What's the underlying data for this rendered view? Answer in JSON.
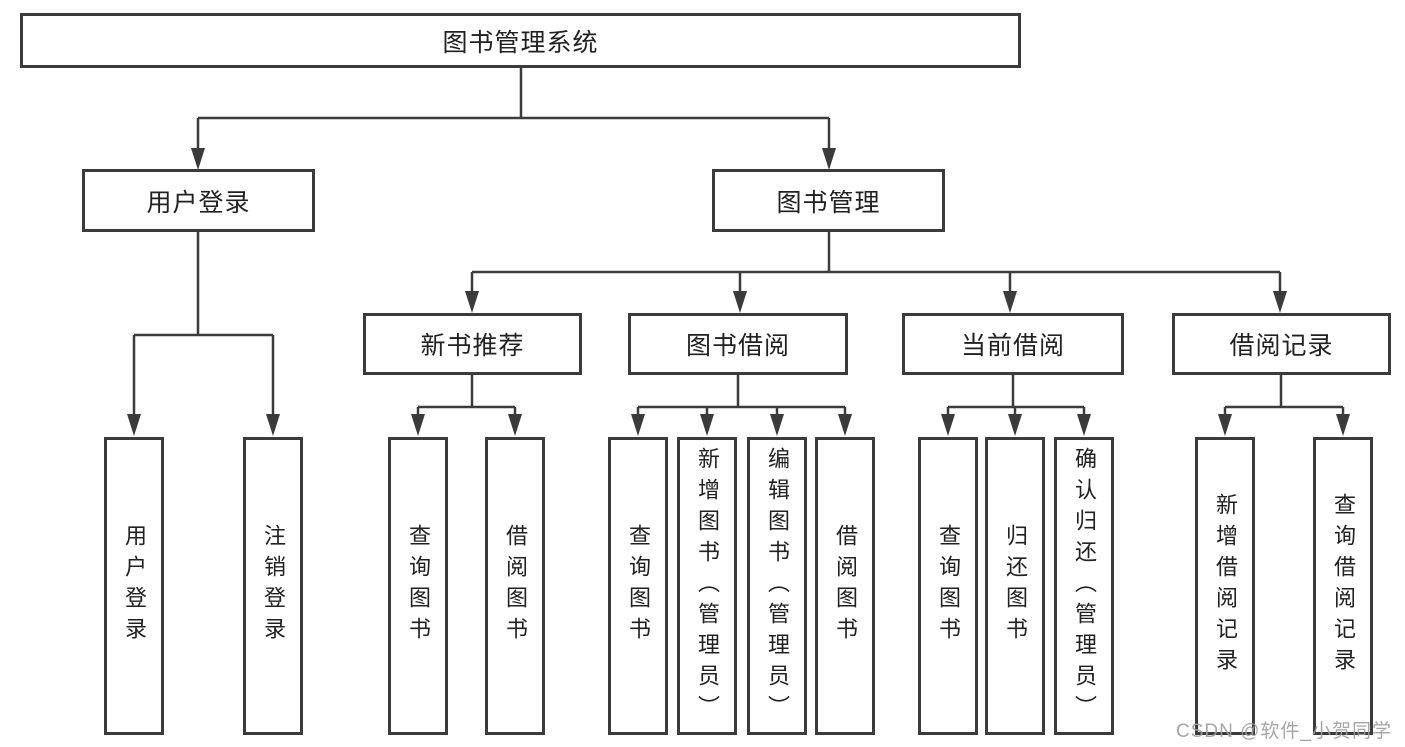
{
  "tree": {
    "label": "图书管理系统",
    "children": [
      {
        "label": "用户登录",
        "children": [
          {
            "label": "用户登录"
          },
          {
            "label": "注销登录"
          }
        ]
      },
      {
        "label": "图书管理",
        "children": [
          {
            "label": "新书推荐",
            "children": [
              {
                "label": "查询图书"
              },
              {
                "label": "借阅图书"
              }
            ]
          },
          {
            "label": "图书借阅",
            "children": [
              {
                "label": "查询图书"
              },
              {
                "label": "新增图书（管理员）"
              },
              {
                "label": "编辑图书（管理员）"
              },
              {
                "label": "借阅图书"
              }
            ]
          },
          {
            "label": "当前借阅",
            "children": [
              {
                "label": "查询图书"
              },
              {
                "label": "归还图书"
              },
              {
                "label": "确认归还（管理员）"
              }
            ]
          },
          {
            "label": "借阅记录",
            "children": [
              {
                "label": "新增借阅记录"
              },
              {
                "label": "查询借阅记录"
              }
            ]
          }
        ]
      }
    ]
  },
  "watermark": "CSDN @软件_小贺同学",
  "colors": {
    "line": "#3b3b3b",
    "box_border": "#3b3b3b",
    "box_background": "#ffffff",
    "text": "#212121",
    "watermark": "#9e9e9e"
  }
}
